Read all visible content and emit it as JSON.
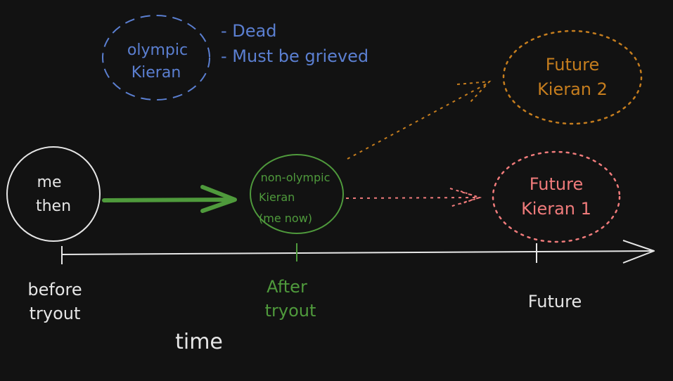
{
  "nodes": {
    "me_then": {
      "line1": "me",
      "line2": "then"
    },
    "olympic": {
      "line1": "olympic",
      "line2": "Kieran"
    },
    "non_olympic": {
      "line1": "non-olympic",
      "line2": "Kieran",
      "line3": "(me now)"
    },
    "future1": {
      "line1": "Future",
      "line2": "Kieran 1"
    },
    "future2": {
      "line1": "Future",
      "line2": "Kieran 2"
    }
  },
  "notes": [
    "- Dead",
    "- Must be grieved"
  ],
  "timeline": {
    "before": {
      "line1": "before",
      "line2": "tryout"
    },
    "after": {
      "line1": "After",
      "line2": "tryout"
    },
    "future": "Future",
    "label": "time"
  },
  "colors": {
    "background": "#121212",
    "white": "#e6e6e6",
    "blue": "#5b7fd1",
    "green": "#4f9a3c",
    "orange": "#c57d1e",
    "red": "#f07b7b"
  }
}
